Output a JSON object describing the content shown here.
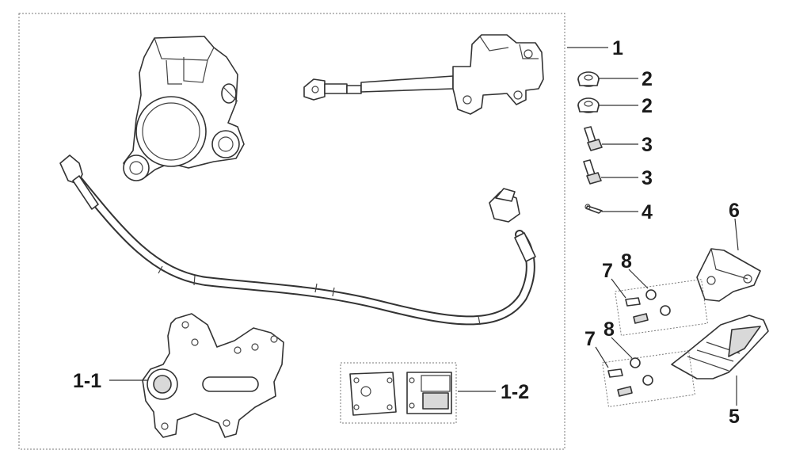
{
  "callouts": {
    "c1": "1",
    "c1_1": "1-1",
    "c1_2": "1-2",
    "c2a": "2",
    "c2b": "2",
    "c3a": "3",
    "c3b": "3",
    "c4": "4",
    "c5": "5",
    "c6": "6",
    "c7a": "7",
    "c7b": "7",
    "c8a": "8",
    "c8b": "8"
  }
}
